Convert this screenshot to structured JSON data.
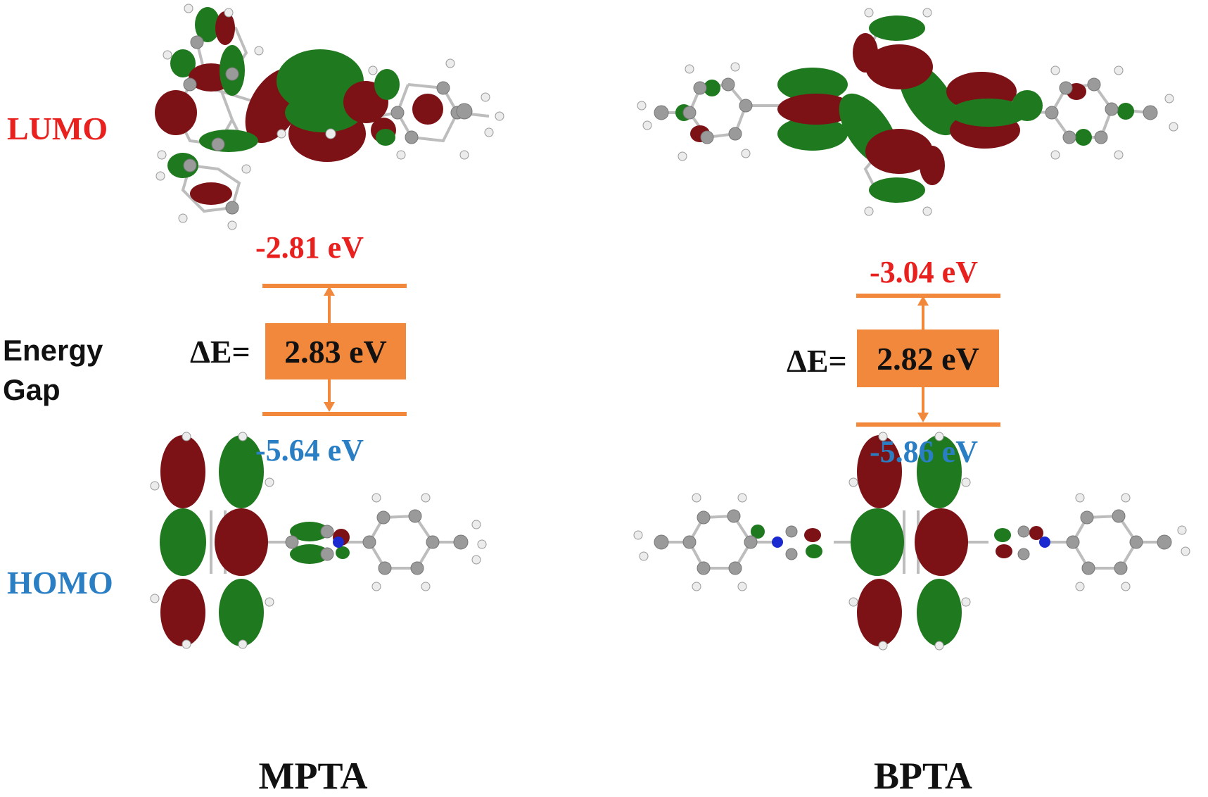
{
  "row_labels": {
    "lumo": "LUMO",
    "energy_gap_line1": "Energy",
    "energy_gap_line2": "Gap",
    "homo": "HOMO"
  },
  "colors": {
    "lumo_text": "#e8201e",
    "homo_text": "#2a7fc4",
    "level_and_gap": "#f2883c",
    "orbital_positive": "#7d1216",
    "orbital_negative": "#1f7a1f",
    "atom_carbon": "#9a9a9a",
    "atom_hydrogen": "#e8e8e8",
    "atom_nitrogen": "#1a2ad0"
  },
  "molecules": [
    {
      "name": "MPTA",
      "lumo_energy": "-2.81 eV",
      "homo_energy": "-5.64 eV",
      "gap_prefix": "ΔE=",
      "gap_value": "2.83 eV"
    },
    {
      "name": "BPTA",
      "lumo_energy": "-3.04 eV",
      "homo_energy": "-5.86 eV",
      "gap_prefix": "ΔE=",
      "gap_value": "2.82 eV"
    }
  ]
}
